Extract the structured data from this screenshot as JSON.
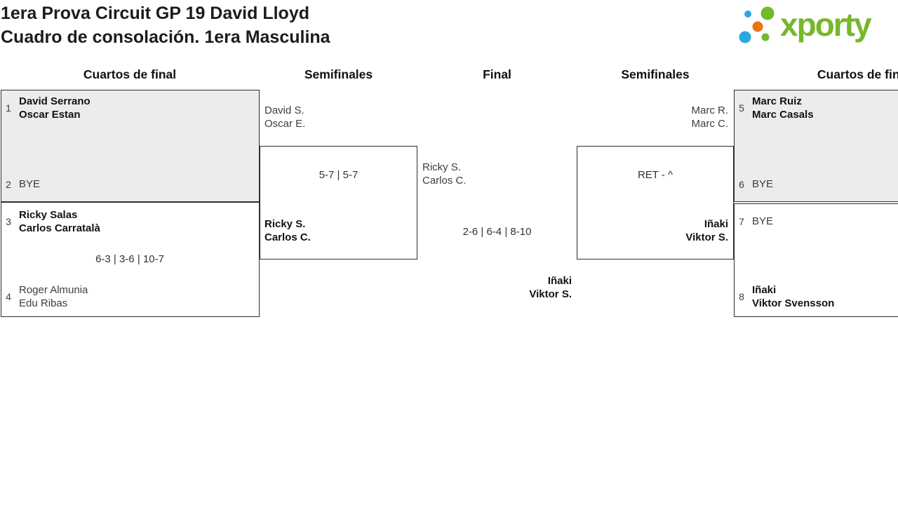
{
  "header": {
    "title_line1": "1era Prova Circuit GP 19 David Lloyd",
    "title_line2": "Cuadro de consolación. 1era Masculina"
  },
  "logo": {
    "brand": "xporty",
    "green": "#76b82a",
    "blue": "#29a8e0",
    "orange": "#e87511"
  },
  "round_headers": [
    "Cuartos de final",
    "Semifinales",
    "Final",
    "Semifinales",
    "Cuartos de final"
  ],
  "bracket": {
    "left_quarter_1": {
      "seed_top": "1",
      "top_player1": "David Serrano",
      "top_player2": "Oscar Estan",
      "seed_bottom": "2",
      "bottom_player1": "BYE"
    },
    "left_quarter_2": {
      "seed_top": "3",
      "top_player1": "Ricky Salas",
      "top_player2": "Carlos Carratalà",
      "score": "6-3 | 3-6 | 10-7",
      "seed_bottom": "4",
      "bottom_player1": "Roger Almunia",
      "bottom_player2": "Edu Ribas"
    },
    "left_semi": {
      "top_player1": "David S.",
      "top_player2": "Oscar E.",
      "score": "5-7 | 5-7",
      "bottom_player1": "Ricky S.",
      "bottom_player2": "Carlos C."
    },
    "final": {
      "top_player1": "Ricky S.",
      "top_player2": "Carlos C.",
      "score": "2-6 | 6-4 | 8-10",
      "bottom_player1": "Iñaki",
      "bottom_player2": "Viktor S."
    },
    "right_semi": {
      "top_player1": "Marc R.",
      "top_player2": "Marc C.",
      "score": "RET - ^",
      "bottom_player1": "Iñaki",
      "bottom_player2": "Viktor S."
    },
    "right_quarter_1": {
      "seed_top": "5",
      "top_player1": "Marc Ruiz",
      "top_player2": "Marc Casals",
      "seed_bottom": "6",
      "bottom_player1": "BYE"
    },
    "right_quarter_2": {
      "seed_top": "7",
      "top_player1": "BYE",
      "seed_bottom": "8",
      "bottom_player1": "Iñaki",
      "bottom_player2": "Viktor Svensson"
    }
  },
  "colors": {
    "box_fill_grey": "#ececec",
    "box_border": "#2e2e2e",
    "winner_text": "#121212",
    "regular_text": "#3d3d3d"
  }
}
